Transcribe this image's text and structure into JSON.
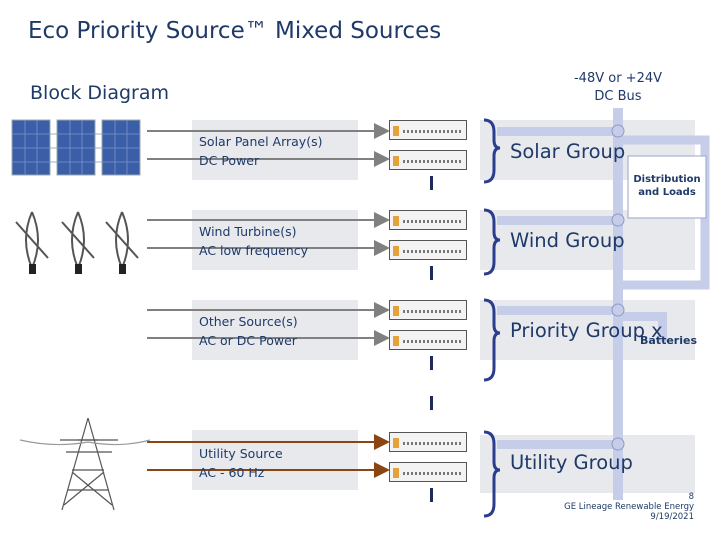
{
  "title": "Eco Priority Source™ Mixed Sources",
  "subtitle": "Block Diagram",
  "bus_label": "-48V or +24V DC Bus",
  "distribution_label": "Distribution and Loads",
  "batteries_label": "Batteries",
  "sources": [
    {
      "line1": "Solar Panel Array(s)",
      "line2": "DC Power",
      "group": "Solar Group",
      "icon": "solar-panel-icon",
      "line_color": "#808080"
    },
    {
      "line1": "Wind Turbine(s)",
      "line2": "AC low frequency",
      "group": "Wind Group",
      "icon": "wind-turbine-icon",
      "line_color": "#808080"
    },
    {
      "line1": "Other Source(s)",
      "line2": "AC or DC Power",
      "group": "Priority Group x",
      "icon": "",
      "line_color": "#808080"
    },
    {
      "line1": "Utility Source",
      "line2": "AC - 60 Hz",
      "group": "Utility Group",
      "icon": "power-pylon-icon",
      "line_color": "#8b4513"
    }
  ],
  "footer": {
    "page": "8",
    "org": "GE Lineage Renewable Energy",
    "date": "9/19/2021"
  },
  "colors": {
    "text": "#1f3a68",
    "bus": "#c5cde8",
    "panel": "#e8e9ed",
    "brace": "#2b3d8c",
    "rectifier_accent": "#e3a23c"
  }
}
